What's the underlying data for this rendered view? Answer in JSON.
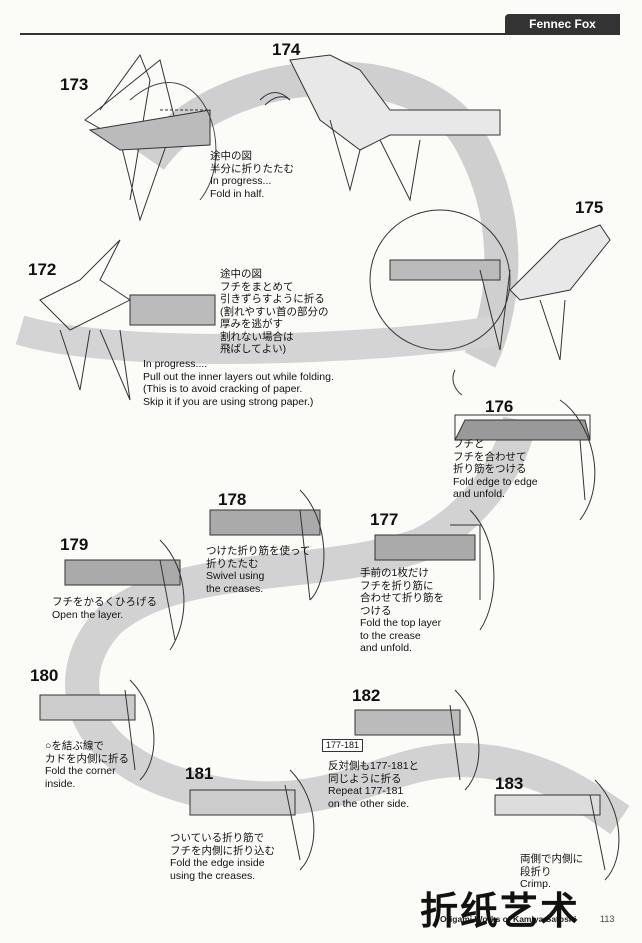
{
  "header": {
    "title": "Fennec Fox"
  },
  "steps": [
    {
      "num": "173",
      "caption": "途中の図\n半分に折りたたむ\nIn progress...\nFold in half."
    },
    {
      "num": "174"
    },
    {
      "num": "175"
    },
    {
      "num": "172",
      "caption": "途中の図\nフチをまとめて\n引きずらすように折る\n(割れやすい首の部分の\n厚みを逃がす\n割れない場合は\n飛ばしてよい)",
      "caption_en": "In progress....\nPull out the inner layers out while folding.\n(This is to avoid cracking of paper.\nSkip it if you are using strong paper.)"
    },
    {
      "num": "176",
      "caption": "フチと\nフチを合わせて\n折り筋をつける\nFold edge to edge\nand unfold."
    },
    {
      "num": "178",
      "caption": "つけた折り筋を使って\n折りたたむ\nSwivel using\nthe creases."
    },
    {
      "num": "179",
      "caption": "フチをかるくひろげる\nOpen the layer."
    },
    {
      "num": "177",
      "caption": "手前の1枚だけ\nフチを折り筋に\n合わせて折り筋を\nつける\nFold the top layer\nto the crease\nand unfold."
    },
    {
      "num": "180",
      "caption": "○を結ぶ線で\nカドを内側に折る\nFold the corner\ninside."
    },
    {
      "num": "182",
      "ref": "177-181",
      "caption": "反対側も177-181と\n同じように折る\nRepeat 177-181\non the other side."
    },
    {
      "num": "181",
      "caption": "ついている折り筋で\nフチを内側に折り込む\nFold the edge inside\nusing the creases."
    },
    {
      "num": "183",
      "caption": "両側で内側に\n段折り\nCrimp."
    }
  ],
  "footer": {
    "text": "Origami Works of Kamiya Satoshi",
    "page": "113",
    "watermark": "折纸艺术"
  }
}
